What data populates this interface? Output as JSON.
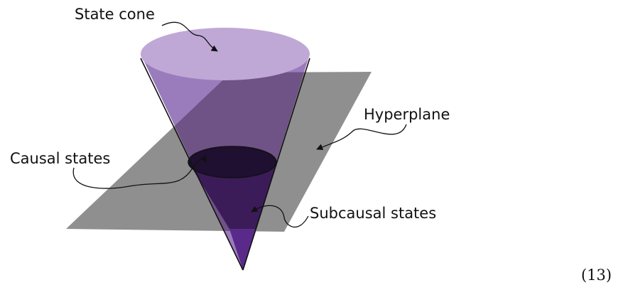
{
  "labels": {
    "state_cone": "State cone",
    "hyperplane": "Hyperplane",
    "causal_states": "Causal states",
    "subcausal_states": "Subcausal states"
  },
  "equation_number": "(13)",
  "colors": {
    "plane": "#8f8f8f",
    "cone_top_cap": "#bfa8d6",
    "cone_upper_body": "#9a7cbc",
    "cone_behind_plane": "#6f5286",
    "cone_below_plane": "#3b1c58",
    "cone_tip": "#5a2a8a",
    "causal_section": "#1f0f30",
    "outline": "#111111"
  }
}
